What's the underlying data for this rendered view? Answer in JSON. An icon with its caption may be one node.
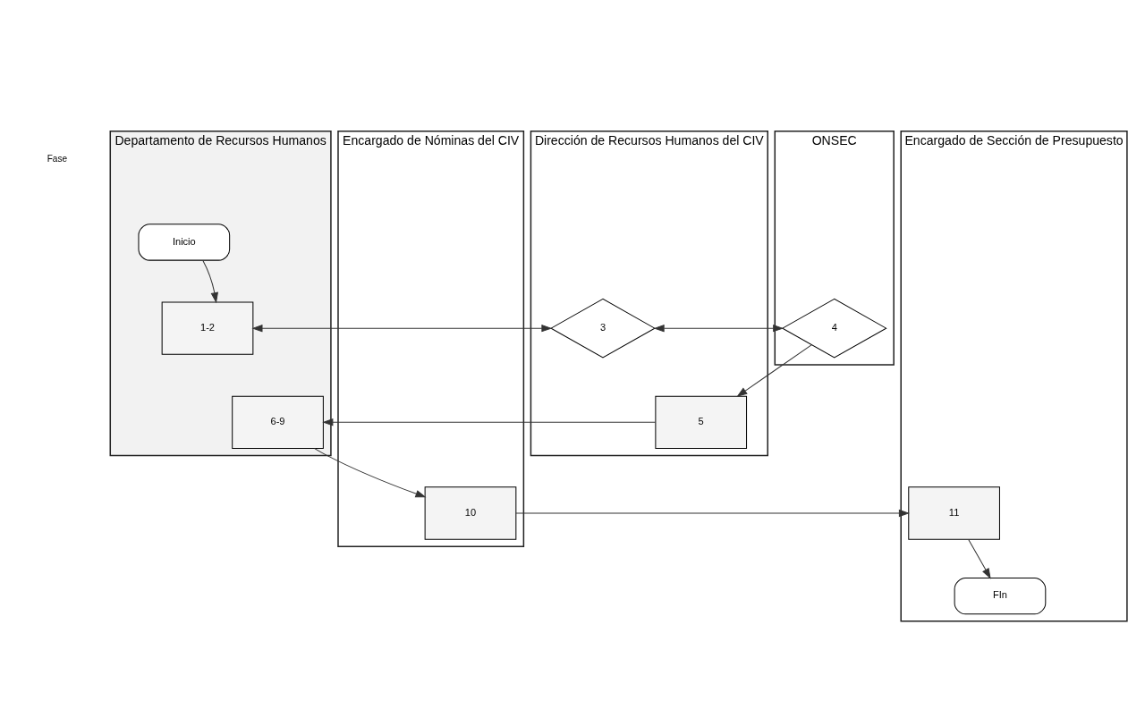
{
  "diagram": {
    "nodes": [
      {
        "text": [
          "Departamento de Recursos Humanos"
        ]
      },
      {
        "text": [
          "Dirección de Recursos Humanos del CIV"
        ]
      },
      {
        "text": [
          "ONSEC"
        ]
      },
      {
        "text": [
          "Encargado de Nóminas del CIV"
        ]
      },
      {
        "text": [
          "Encargado de Sección de Presupuesto"
        ]
      },
      {
        "text": [
          "Inicio"
        ],
        "in": 0
      },
      {
        "text": [
          "1-2"
        ],
        "in": 0
      },
      {
        "text": [
          "6-9"
        ],
        "in": 0
      },
      {
        "text": [
          "3"
        ],
        "in": 1
      },
      {
        "text": [
          "5"
        ],
        "in": 1
      },
      {
        "text": [
          "4"
        ],
        "in": 2
      },
      {
        "text": [
          "10"
        ],
        "in": 3
      },
      {
        "text": [
          "11"
        ],
        "in": 4
      },
      {
        "text": [
          "FIn"
        ],
        "in": 4
      }
    ],
    "edges": [
      {
        "from": 5,
        "to": 6,
        "arrow": "to"
      },
      {
        "from": 6,
        "to": 8,
        "arrow": "both"
      },
      {
        "from": 8,
        "to": 10,
        "arrow": "both"
      },
      {
        "from": 10,
        "to": 9,
        "arrow": "to"
      },
      {
        "from": 9,
        "to": 7,
        "arrow": "to"
      },
      {
        "from": 7,
        "to": 11,
        "arrow": "to"
      },
      {
        "from": 11,
        "to": 12,
        "arrow": "to"
      },
      {
        "from": 12,
        "to": 13,
        "arrow": "to"
      }
    ],
    "labels": [
      "Fase"
    ]
  }
}
